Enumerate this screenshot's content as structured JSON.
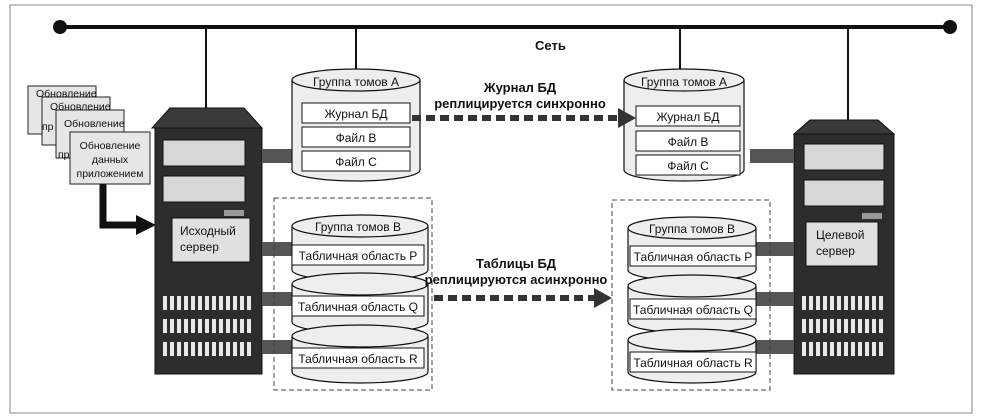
{
  "network": {
    "label": "Сеть"
  },
  "source_server": {
    "label_line1": "Исходный",
    "label_line2": "сервер"
  },
  "target_server": {
    "label_line1": "Целевой",
    "label_line2": "сервер"
  },
  "updates": {
    "card1": "Обновление",
    "card2": "Обновление",
    "card3": "Обновление",
    "card4_line1": "Обновление",
    "card4_line2": "данных",
    "card4_line3": "приложением",
    "partial_left_1": "пр",
    "partial_left_2": "пр"
  },
  "volume_group_a": {
    "title": "Группа томов А",
    "items": [
      "Журнал БД",
      "Файл В",
      "Файл С"
    ]
  },
  "volume_group_b": {
    "title": "Группа томов В",
    "items": [
      "Табличная область P",
      "Табличная область Q",
      "Табличная область R"
    ]
  },
  "sync_label": {
    "line1": "Журнал БД",
    "line2": "реплицируется синхронно"
  },
  "async_label": {
    "line1": "Таблицы БД",
    "line2": "реплицируются асинхронно"
  },
  "colors": {
    "server_dark": "#333333",
    "connector": "#555555",
    "cylinder_fill": "#eeeeee",
    "card_fill": "#e6e6e6"
  }
}
